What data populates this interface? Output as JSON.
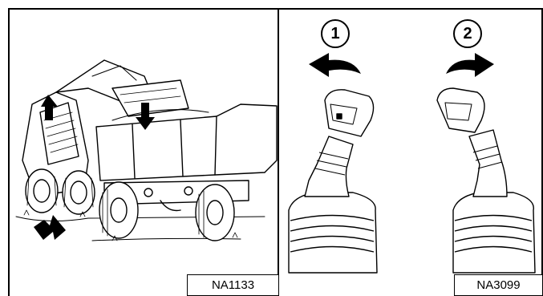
{
  "figures": {
    "left": {
      "label": "NA1133"
    },
    "right": {
      "label": "NA3099",
      "steps": [
        {
          "number": "1"
        },
        {
          "number": "2"
        }
      ]
    }
  },
  "colors": {
    "line": "#000000",
    "background": "#ffffff"
  }
}
